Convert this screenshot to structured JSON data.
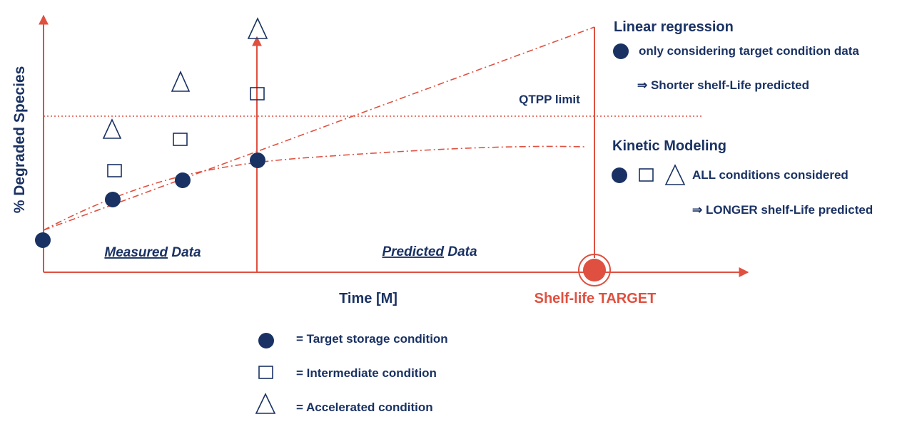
{
  "colors": {
    "navy": "#1a3263",
    "red": "#e05040"
  },
  "axes": {
    "y_label": "% Degraded Species",
    "x_label": "Time [M]",
    "target_label": "Shelf-life TARGET"
  },
  "regions": {
    "measured_emph": "Measured",
    "measured_rest": " Data",
    "predicted_emph": "Predicted",
    "predicted_rest": " Data"
  },
  "qtpp_label": "QTPP limit",
  "linear_regression": {
    "title": "Linear regression",
    "desc": "only considering target condition data",
    "result": "⇒ Shorter shelf-Life predicted"
  },
  "kinetic_modeling": {
    "title": "Kinetic Modeling",
    "desc": "ALL conditions considered",
    "result": "⇒ LONGER shelf-Life predicted"
  },
  "legend": [
    {
      "symbol": "circle-icon",
      "label": "= Target storage condition"
    },
    {
      "symbol": "square-icon",
      "label": "= Intermediate condition"
    },
    {
      "symbol": "triangle-icon",
      "label": "= Accelerated condition"
    }
  ]
}
